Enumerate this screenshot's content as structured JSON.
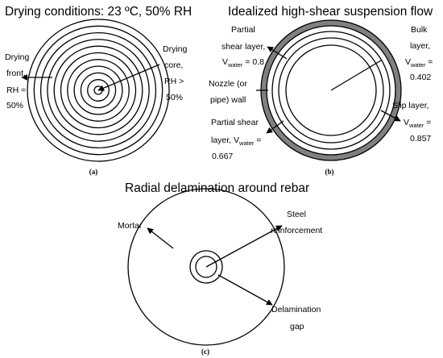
{
  "colors": {
    "ink": "#000000",
    "wall": "#808080",
    "background": "#ffffff"
  },
  "panel_a": {
    "title": "Drying conditions: 23 ºC, 50% RH",
    "ring_count": 11,
    "front_label": [
      "Drying",
      "front,",
      "RH ≈",
      "50%"
    ],
    "core_label": [
      "Drying",
      "core,",
      "RH >",
      "50%"
    ],
    "sublabel": "(a)"
  },
  "panel_b": {
    "title": "Idealized high-shear suspension flow",
    "shear_08": {
      "line1": "Partial",
      "line2": "shear layer,",
      "pre": "V",
      "sub": "water",
      "post": " = 0.8"
    },
    "nozzle": [
      "Nozzle (or",
      "pipe) wall"
    ],
    "shear_0667": {
      "line1": "Partial shear",
      "pre": "layer, V",
      "sub": "water",
      "post": " =",
      "value": "0.667"
    },
    "bulk": {
      "line1": "Bulk",
      "line2": "layer,",
      "pre": "V",
      "sub": "water",
      "post": " =",
      "value": "0.402"
    },
    "slip": {
      "line1": "Slip layer,",
      "pre": "V",
      "sub": "water",
      "post": " =",
      "value": "0.857"
    },
    "sublabel": "(b)"
  },
  "panel_c": {
    "title": "Radial delamination around rebar",
    "mortar": "Mortar",
    "steel": [
      "Steel",
      "reinforcement"
    ],
    "gap": [
      "Delamination",
      "gap"
    ],
    "sublabel": "(c)"
  }
}
